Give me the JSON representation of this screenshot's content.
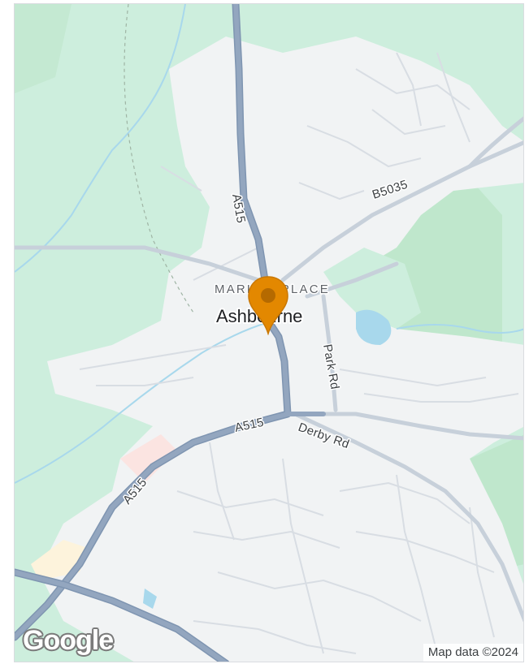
{
  "map": {
    "roads": {
      "a515": "A515",
      "b5035": "B5035",
      "park_rd": "Park Rd",
      "derby_rd": "Derby Rd"
    },
    "district_label": "MARKET PLACE",
    "town_label": "Ashbourne",
    "pin": {
      "icon": "map-pin-icon",
      "color": "#e38800"
    }
  },
  "branding": {
    "logo_text": "Google",
    "attribution": "Map data ©2024"
  },
  "colors": {
    "green_space": "#cdeedd",
    "urban": "#f1f3f4",
    "major_road": "#8fa3bd",
    "minor_road": "#c7d0da",
    "water": "#a8d8ec"
  }
}
